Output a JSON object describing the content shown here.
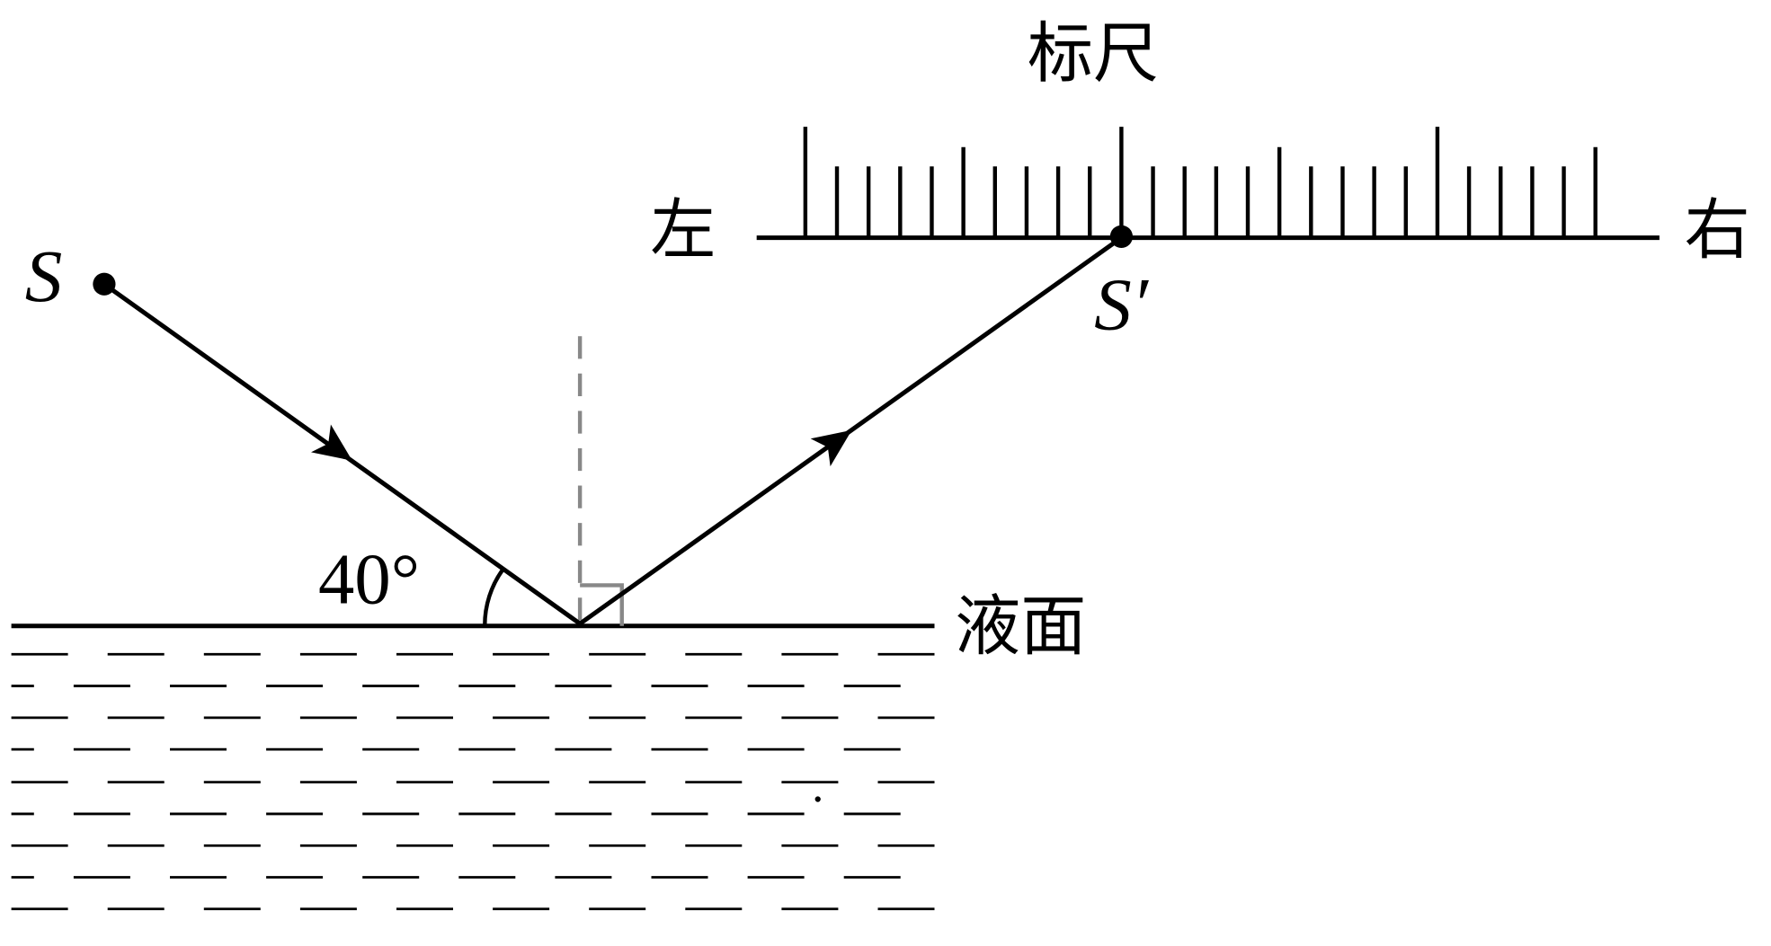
{
  "labels": {
    "ruler": "标尺",
    "left": "左",
    "right": "右",
    "source": "S",
    "image_point": "S′",
    "liquid_surface": "液面",
    "angle": "40°"
  },
  "geometry": {
    "incident_angle_to_surface_deg": 40
  },
  "colors": {
    "ink": "#000000",
    "normal_line": "#888888"
  }
}
